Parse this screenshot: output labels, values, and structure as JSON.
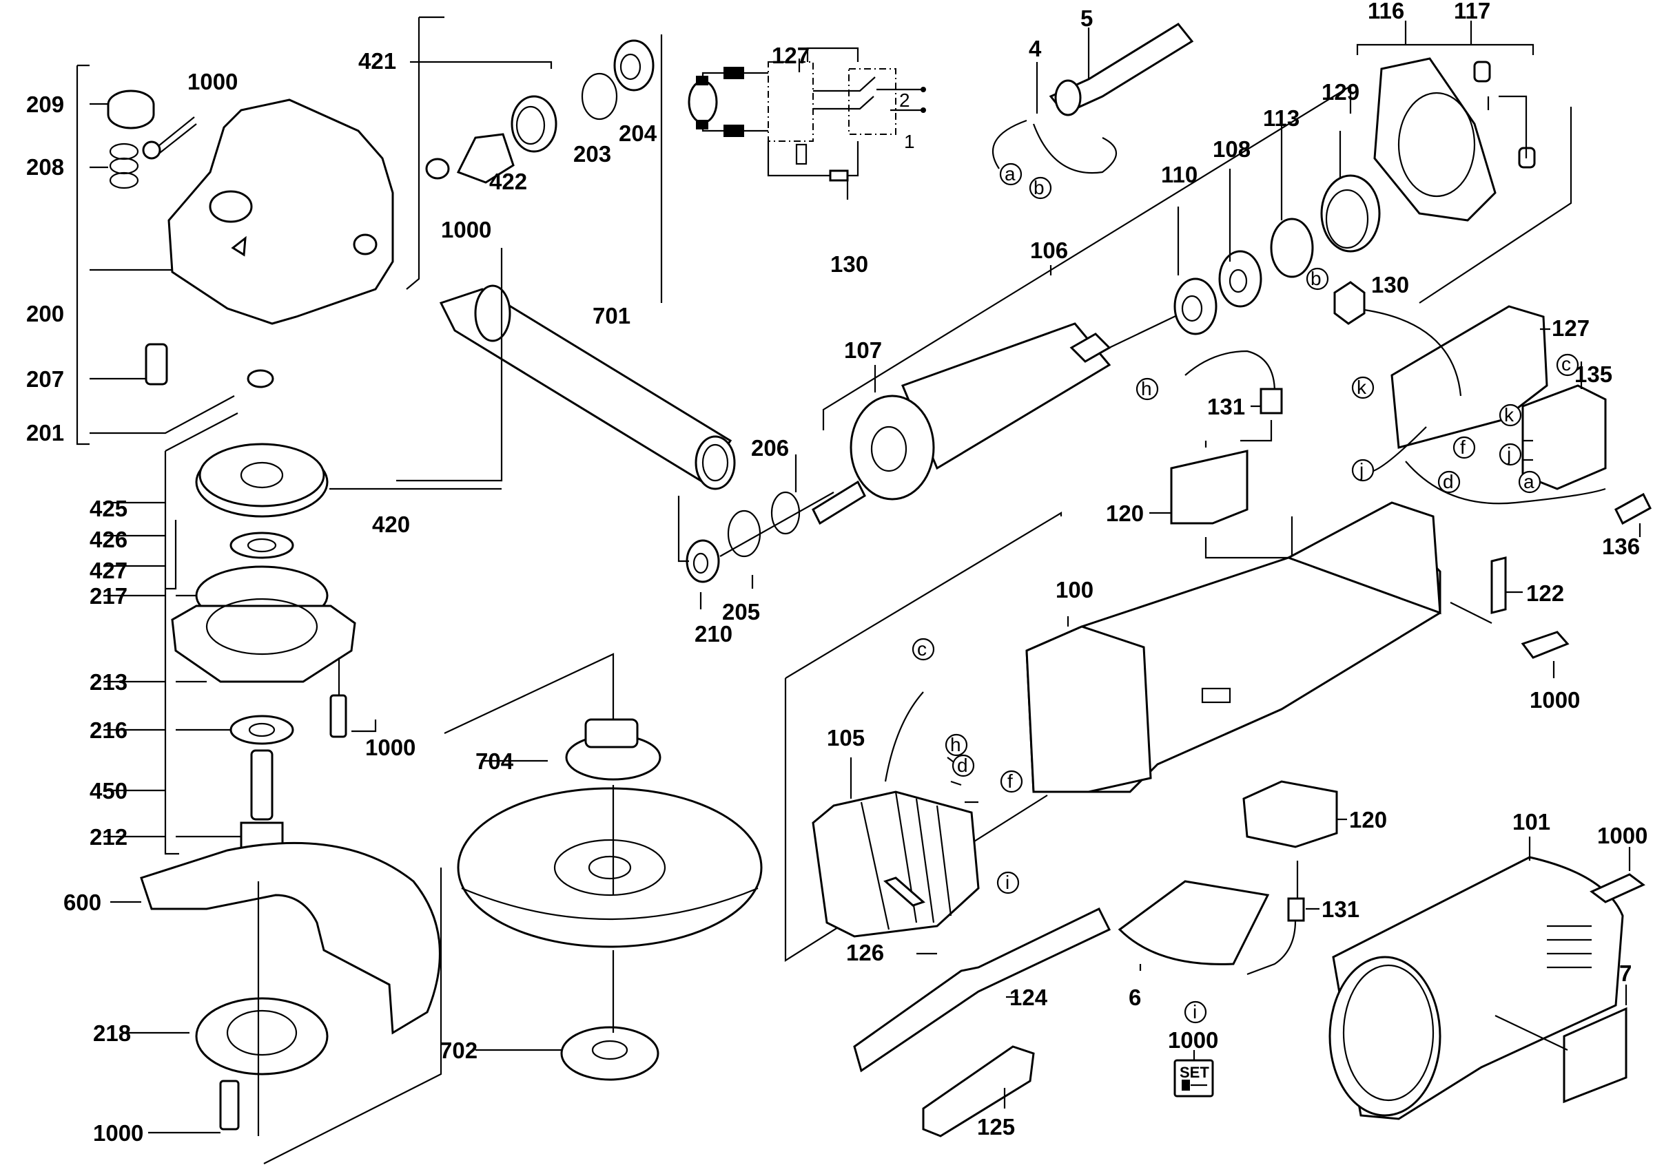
{
  "diagram": {
    "title": "Angle grinder exploded parts diagram",
    "part_labels": {
      "p209": "209",
      "p208": "208",
      "p200": "200",
      "p207": "207",
      "p201": "201",
      "p1000_a": "1000",
      "p421": "421",
      "p422": "422",
      "p1000_b": "1000",
      "p203": "203",
      "p204": "204",
      "p701": "701",
      "p420": "420",
      "p425": "425",
      "p426": "426",
      "p427": "427",
      "p217": "217",
      "p213": "213",
      "p216": "216",
      "p1000_c": "1000",
      "p450": "450",
      "p212": "212",
      "p600": "600",
      "p218": "218",
      "p1000_d": "1000",
      "p704": "704",
      "p702": "702",
      "p206": "206",
      "p205": "205",
      "p210": "210",
      "p127_schem": "127",
      "p130_schem": "130",
      "p4": "4",
      "p5": "5",
      "p107": "107",
      "p106": "106",
      "p110": "110",
      "p108": "108",
      "p113": "113",
      "p129": "129",
      "p116": "116",
      "p117": "117",
      "p130": "130",
      "p127": "127",
      "p135": "135",
      "p131_a": "131",
      "p120_a": "120",
      "p136": "136",
      "p122": "122",
      "p1000_e": "1000",
      "p100": "100",
      "p105": "105",
      "p120_b": "120",
      "p131_b": "131",
      "p126": "126",
      "p124": "124",
      "p125": "125",
      "p6": "6",
      "p1000_set": "1000",
      "p101": "101",
      "p1000_f": "1000",
      "p7": "7"
    },
    "wire_labels": {
      "a1": "a",
      "b1": "b",
      "b2": "b",
      "h1": "h",
      "k1": "k",
      "c1": "c",
      "k2": "k",
      "j1": "j",
      "j2": "j",
      "f1": "f",
      "d1": "d",
      "a2": "a",
      "c2": "c",
      "h2": "h",
      "d2": "d",
      "f2": "f",
      "i1": "i",
      "i2": "i"
    },
    "schematic_labels": {
      "switch_pos_1": "1",
      "switch_pos_2": "2"
    },
    "set_badge": {
      "text": "SET"
    }
  }
}
